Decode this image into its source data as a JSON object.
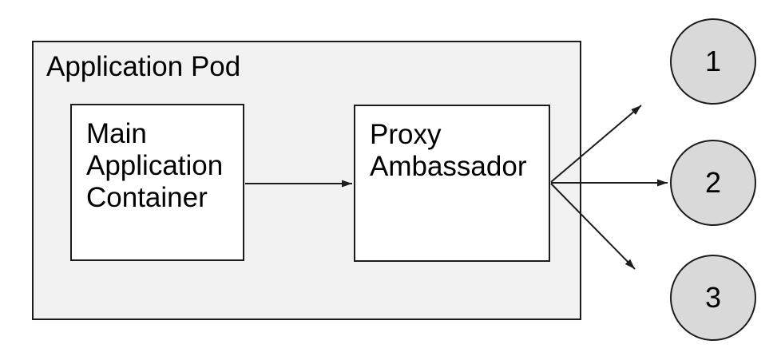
{
  "diagram": {
    "pod": {
      "label": "Application Pod"
    },
    "nodes": [
      {
        "id": "main-application-container",
        "label": "Main Application Container",
        "lines": [
          "Main",
          "Application",
          "Container"
        ]
      },
      {
        "id": "proxy-ambassador",
        "label": "Proxy Ambassador",
        "lines": [
          "Proxy",
          "Ambassador"
        ]
      }
    ],
    "endpoints": [
      {
        "label": "1"
      },
      {
        "label": "2"
      },
      {
        "label": "3"
      }
    ],
    "connections": [
      {
        "from": "main-application-container",
        "to": "proxy-ambassador"
      },
      {
        "from": "proxy-ambassador",
        "to": "endpoint-1"
      },
      {
        "from": "proxy-ambassador",
        "to": "endpoint-2"
      },
      {
        "from": "proxy-ambassador",
        "to": "endpoint-3"
      }
    ],
    "colors": {
      "background": "#ffffff",
      "pod_fill": "#f2f2f2",
      "node_fill": "#ffffff",
      "endpoint_fill": "#d9d9d9",
      "line": "#1c1c1c",
      "text": "#000000"
    }
  }
}
